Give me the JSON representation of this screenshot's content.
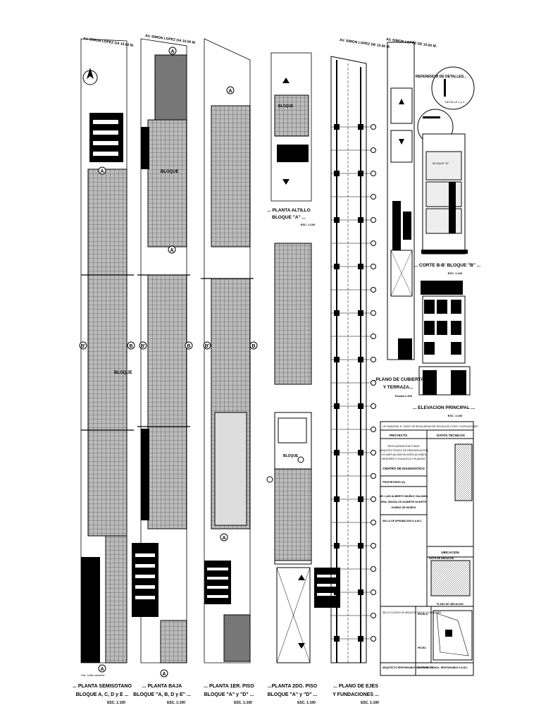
{
  "streets": {
    "s1": "AV. SIMON LOPEZ DA 10.00 M.",
    "s2": "AV. SIMON LOPEZ DA 10.00 M.",
    "s3": "AV. SIMON LOPEZ DE 10.00 M.",
    "s4": "AV. SIMON LOPEZ DE 10.00 M."
  },
  "plans": [
    {
      "line1": "... PLANTA  SEMISOTANO",
      "line2": "BLOQUE A, C, D y E ...",
      "scale": "ESC. 1:100"
    },
    {
      "line1": "... PLANTA BAJA",
      "line2": "BLOQUE \"A, B, D y E\" ...",
      "scale": "ESC. 1:100"
    },
    {
      "line1": "... PLANTA  1ER. PISO",
      "line2": "BLOQUE \"A\" y \"D\" ...",
      "scale": "ESC. 1:100"
    },
    {
      "line1": "...PLANTA  2DO. PISO",
      "line2": "BLOQUE \"A\" y \"D\" ...",
      "scale": "ESC. 1:100"
    },
    {
      "line1": "... PLANO DE EJES",
      "line2": "Y FUNDACIONES ...",
      "scale": "ESC. 1:100"
    }
  ],
  "upper": {
    "altillo1": "... PLANTA  ALTILLO",
    "altillo2": "BLOQUE \"A\" ...",
    "altillo_scale": "ESC. 1:100",
    "cubierta1": "...PLANO DE CUBIERTA",
    "cubierta2": "Y TERRAZA...",
    "cubierta_scale": "Escala 1:200",
    "corte": "... CORTE  B-B'  BLOQUE \"B\" ...",
    "corte_scale": "ESC. 1:100",
    "elevacion": "... ELEVACION  PRINCIPAL ...",
    "elevacion_scale": "ESC. 1:100",
    "referencia": "REFERENCIA DE DETALLES...",
    "detalle": "DETALLE 1 y 2",
    "bloque": "BLOQUE",
    "bloque_b": "BLOQUE \"B\""
  },
  "markers": {
    "a": "A",
    "b": "B",
    "b_prime": "B'"
  },
  "title_block": {
    "header": "LEY MUNICIPAL N° 1042/97 DE REGULARIZACION TECNICA DE LOTES Y EDIFICACIONES",
    "proyecto": "PROYECTO",
    "datos": "DATOS TECNICOS",
    "desc": [
      "REGULARIZACION PLANO",
      "ARQUITECTONICO DE REMODELACION",
      "Y/O AMPLIACION EN EDIFICACIONES",
      "MENORES O IGUALES A 4 PLANTAS"
    ],
    "centro": "CENTRO DE DIAGNOSTICO",
    "propietario": "PROPIETARIO (S)",
    "owners": [
      "SR. LUIS ALBERTO MUÑOZ GALINDO",
      "SRA. MAGALI ELIZABETH DUARTE",
      "GOMEZ DE MUÑOZ"
    ],
    "sello": "SELLO DE APROBACION G.A.M.C.",
    "ubicacion": "UBICACION",
    "datos_ubicacion": "DATOS DE UBICACION",
    "plano_ubicacion": "PLANO DE UBICACION",
    "colegio": "SELLO COLEGIO DE ARQUITECTOS DE COCHABAMBA",
    "escala": "ESCALA",
    "fecha": "FECHA",
    "arquitecto": "ARQUITECTO RESPONSABLE DEL PROYECTO",
    "revision": "REVISION TECNICA - RESPONSABLE G.A.M.C."
  },
  "sra_label": "Sra. Lidia Lafuente"
}
